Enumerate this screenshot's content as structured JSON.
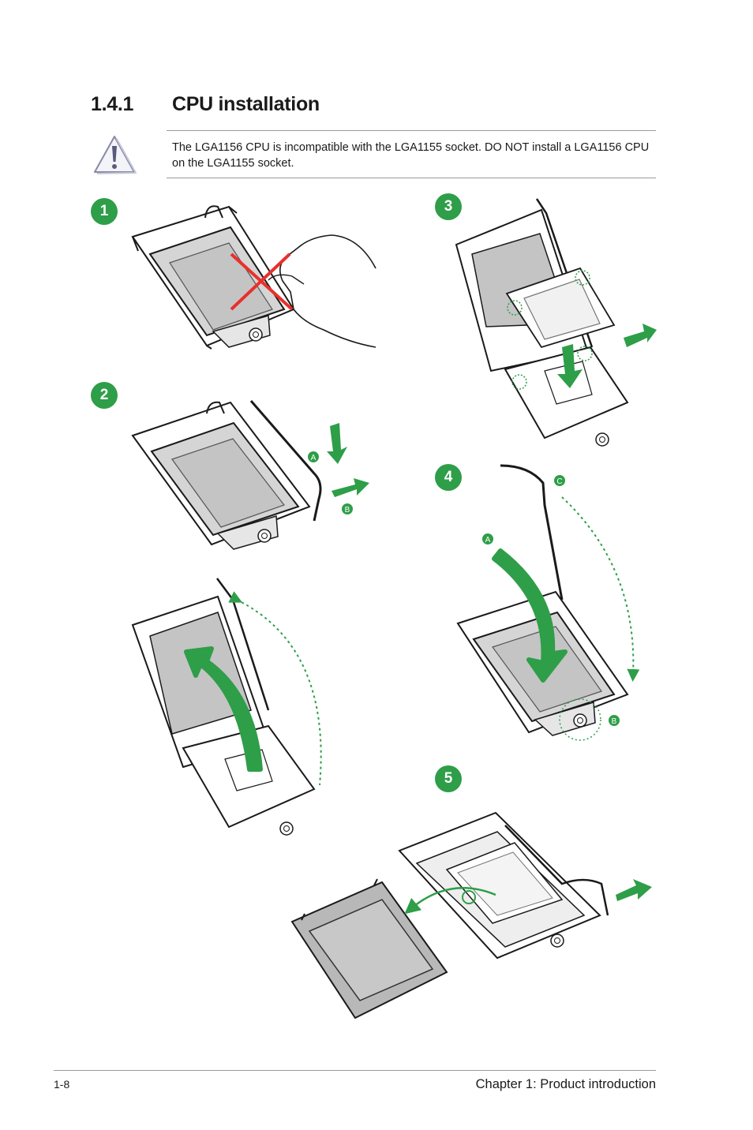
{
  "section": {
    "number": "1.4.1",
    "title": "CPU installation"
  },
  "note": {
    "icon": "warning-triangle-icon",
    "text": "The LGA1156 CPU is incompatible with the LGA1155 socket. DO NOT install a LGA1156 CPU on the LGA1155 socket."
  },
  "steps": [
    {
      "label": "1"
    },
    {
      "label": "2",
      "sub": [
        "A",
        "B"
      ]
    },
    {
      "label": "3"
    },
    {
      "label": "4",
      "sub": [
        "A",
        "B",
        "C"
      ]
    },
    {
      "label": "5"
    }
  ],
  "footer": {
    "page": "1-8",
    "chapter": "Chapter 1: Product introduction"
  },
  "colors": {
    "accent_green": "#2e9e48",
    "cross_red": "#e8302a",
    "socket_gray": "#c8c8c8",
    "line_dark": "#1a1a1a"
  }
}
